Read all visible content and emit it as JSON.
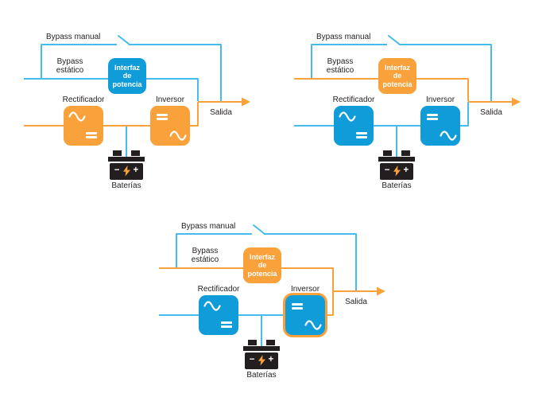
{
  "colors": {
    "wire_blue": "#45BCEC",
    "box_blue": "#0F9CD8",
    "orange": "#F9A13B",
    "text_dark": "#231F20",
    "battery_black": "#231F20",
    "symbol_white": "#FFFFFF"
  },
  "diagrams": [
    {
      "labels": {
        "bypass_manual": "Bypass manual",
        "bypass_estatico_line1": "Bypass",
        "bypass_estatico_line2": "estático",
        "interfaz_line1": "Interfaz",
        "interfaz_line2": "de",
        "interfaz_line3": "potencia",
        "rectificador": "Rectificador",
        "inversor": "Inversor",
        "salida": "Salida",
        "baterias": "Baterías",
        "battery_minus": "−",
        "battery_plus": "+"
      }
    },
    {
      "labels": {
        "bypass_manual": "Bypass manual",
        "bypass_estatico_line1": "Bypass",
        "bypass_estatico_line2": "estático",
        "interfaz_line1": "Interfaz",
        "interfaz_line2": "de",
        "interfaz_line3": "potencia",
        "rectificador": "Rectificador",
        "inversor": "Inversor",
        "salida": "Salida",
        "baterias": "Baterías",
        "battery_minus": "−",
        "battery_plus": "+"
      }
    },
    {
      "labels": {
        "bypass_manual": "Bypass manual",
        "bypass_estatico_line1": "Bypass",
        "bypass_estatico_line2": "estático",
        "interfaz_line1": "Interfaz",
        "interfaz_line2": "de",
        "interfaz_line3": "potencia",
        "rectificador": "Rectificador",
        "inversor": "Inversor",
        "salida": "Salida",
        "baterias": "Baterías",
        "battery_minus": "−",
        "battery_plus": "+"
      }
    }
  ]
}
